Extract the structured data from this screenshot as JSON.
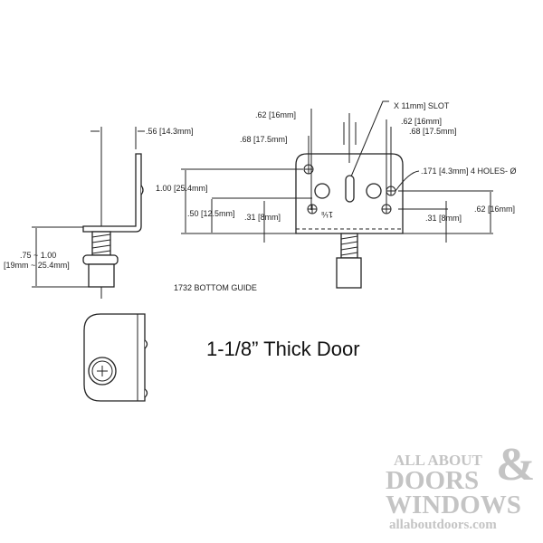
{
  "side_view": {
    "width_dim": ".56 [14.3mm]",
    "height_dim_line1": ".75 ~ 1.00",
    "height_dim_line2": "[19mm ~ 25.4mm]"
  },
  "front_view": {
    "left_outer": ".62 [16mm]",
    "left_inner": ".68 [17.5mm]",
    "slot": "X 11mm] SLOT",
    "right_outer": ".62 [16mm]",
    "right_inner": ".68 [17.5mm]",
    "holes": ".171 [4.3mm] 4 HOLES- Ø",
    "height": "1.00 [25.4mm]",
    "half_height": ".50 [12.5mm]",
    "left_low": ".31 [8mm]",
    "right_low": ".31 [8mm]",
    "right_height": ".62 [16mm]",
    "stamp": "1⅛"
  },
  "part_label": "1732 BOTTOM GUIDE",
  "title": "1-1/8” Thick Door",
  "logo": {
    "line1": "ALL ABOUT",
    "line2": "DOORS",
    "amp": "&",
    "line3": "WINDOWS",
    "url": "allaboutdoors.com",
    "color": "#c4c4c4"
  }
}
